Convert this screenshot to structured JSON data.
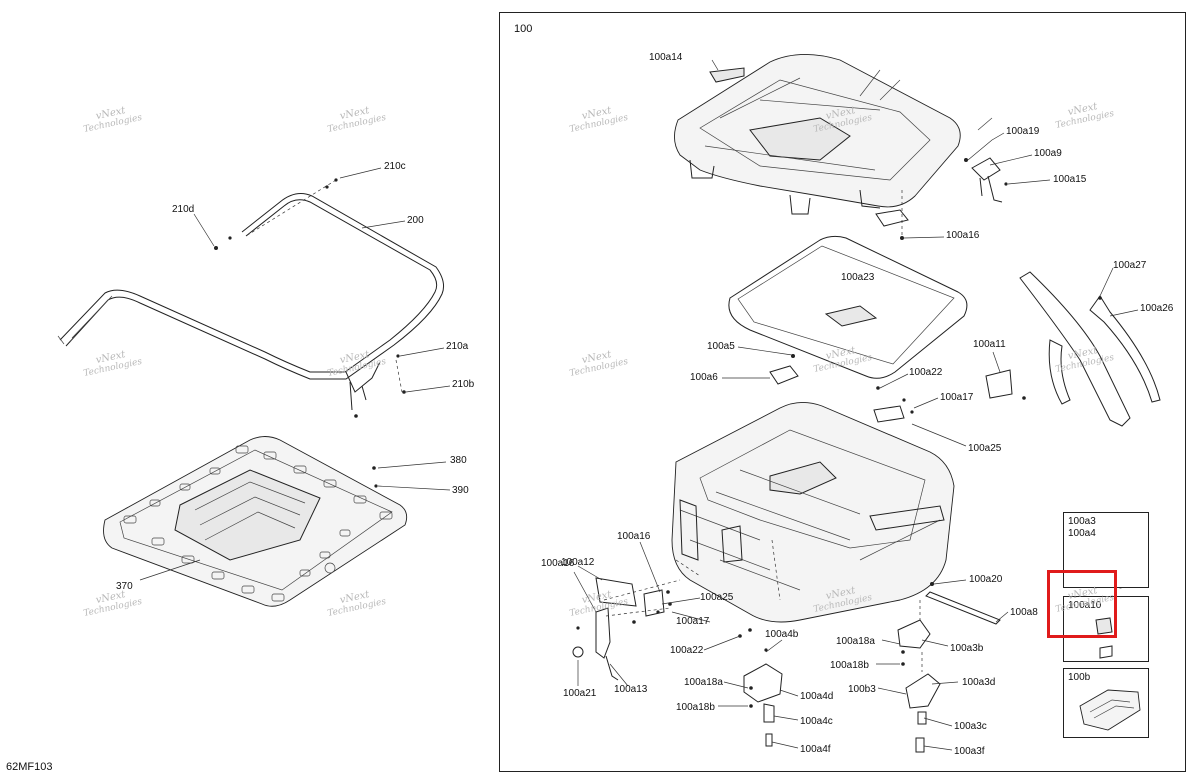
{
  "document_code": "62MF103",
  "assembly_label": "100",
  "watermark": {
    "line1": "vNext",
    "line2": "Technologies"
  },
  "left_labels": {
    "l210c": "210c",
    "l210d": "210d",
    "l200": "200",
    "l210a": "210a",
    "l210b": "210b",
    "l380": "380",
    "l390": "390",
    "l370": "370"
  },
  "main_labels": {
    "a14": "100a14",
    "a19": "100a19",
    "a9": "100a9",
    "a15": "100a15",
    "a16_top": "100a16",
    "a23": "100a23",
    "a27": "100a27",
    "a26": "100a26",
    "a5": "100a5",
    "a6": "100a6",
    "a11": "100a11",
    "a22_top": "100a22",
    "a17_top": "100a17",
    "a25_top": "100a25",
    "a12": "100a12",
    "a16_left": "100a16",
    "a16_mid": "100a16",
    "a25_mid": "100a25",
    "a17_mid": "100a17",
    "a22_mid": "100a22",
    "a21": "100a21",
    "a13": "100a13",
    "a20": "100a20",
    "a8": "100a8",
    "a4b": "100a4b",
    "a18a_r": "100a18a",
    "a18b_r": "100a18b",
    "a3b": "100a3b",
    "b3": "100b3",
    "a3d": "100a3d",
    "a18a_l": "100a18a",
    "a4d": "100a4d",
    "a18b_l": "100a18b",
    "a4c": "100a4c",
    "a4f": "100a4f",
    "a3c": "100a3c",
    "a3f": "100a3f"
  },
  "insets": {
    "inset1_line1": "100a3",
    "inset1_line2": "100a4",
    "inset2": "100a10",
    "inset3": "100b"
  }
}
